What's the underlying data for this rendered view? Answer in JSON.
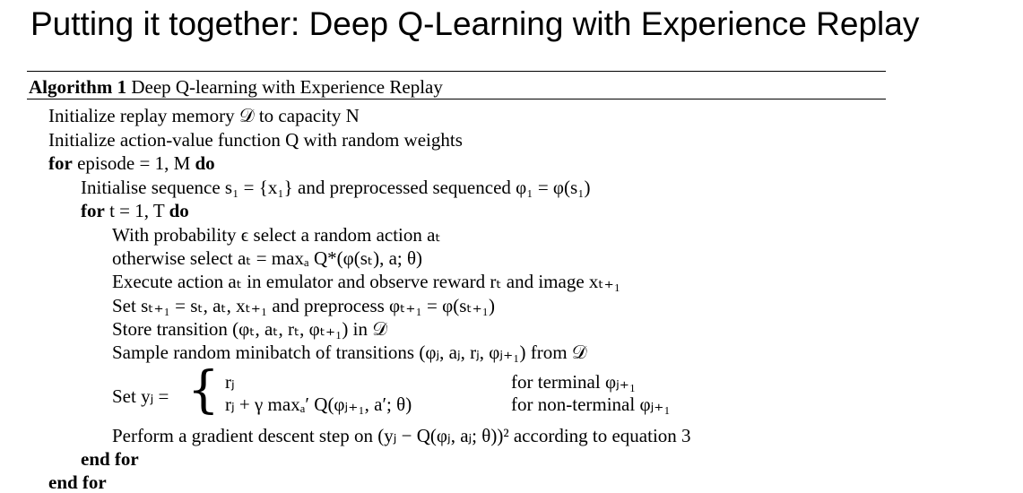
{
  "slide": {
    "title": "Putting it together: Deep Q-Learning with Experience Replay"
  },
  "algorithm": {
    "label": "Algorithm 1",
    "name": "Deep Q-learning with Experience Replay",
    "lines": {
      "init_memory": "Initialize replay memory 𝒟 to capacity N",
      "init_q": "Initialize action-value function Q with random weights",
      "for_episode_kw": "for",
      "for_episode_expr": "episode = 1, M",
      "do_kw": "do",
      "init_seq": "Initialise sequence s₁ = {x₁} and preprocessed sequenced φ₁ = φ(s₁)",
      "for_t_kw": "for",
      "for_t_expr": "t = 1, T",
      "explore": "With probability ϵ select a random action aₜ",
      "exploit": "otherwise select aₜ = maxₐ Q*(φ(sₜ), a; θ)",
      "execute": "Execute action aₜ in emulator and observe reward rₜ and image xₜ₊₁",
      "set_state": "Set sₜ₊₁ = sₜ, aₜ, xₜ₊₁ and preprocess φₜ₊₁ = φ(sₜ₊₁)",
      "store": "Store transition (φₜ, aₜ, rₜ, φₜ₊₁) in 𝒟",
      "sample": "Sample random minibatch of transitions (φⱼ, aⱼ, rⱼ, φⱼ₊₁) from 𝒟",
      "set_target_label": "Set yⱼ =",
      "case1_expr": "rⱼ",
      "case1_cond": "for terminal φⱼ₊₁",
      "case2_expr": "rⱼ + γ maxₐ′ Q(φⱼ₊₁, a′; θ)",
      "case2_cond": "for non-terminal φⱼ₊₁",
      "gradient": "Perform a gradient descent step on (yⱼ − Q(φⱼ, aⱼ; θ))² according to equation 3",
      "end_for_inner": "end for",
      "end_for_outer": "end for"
    }
  }
}
